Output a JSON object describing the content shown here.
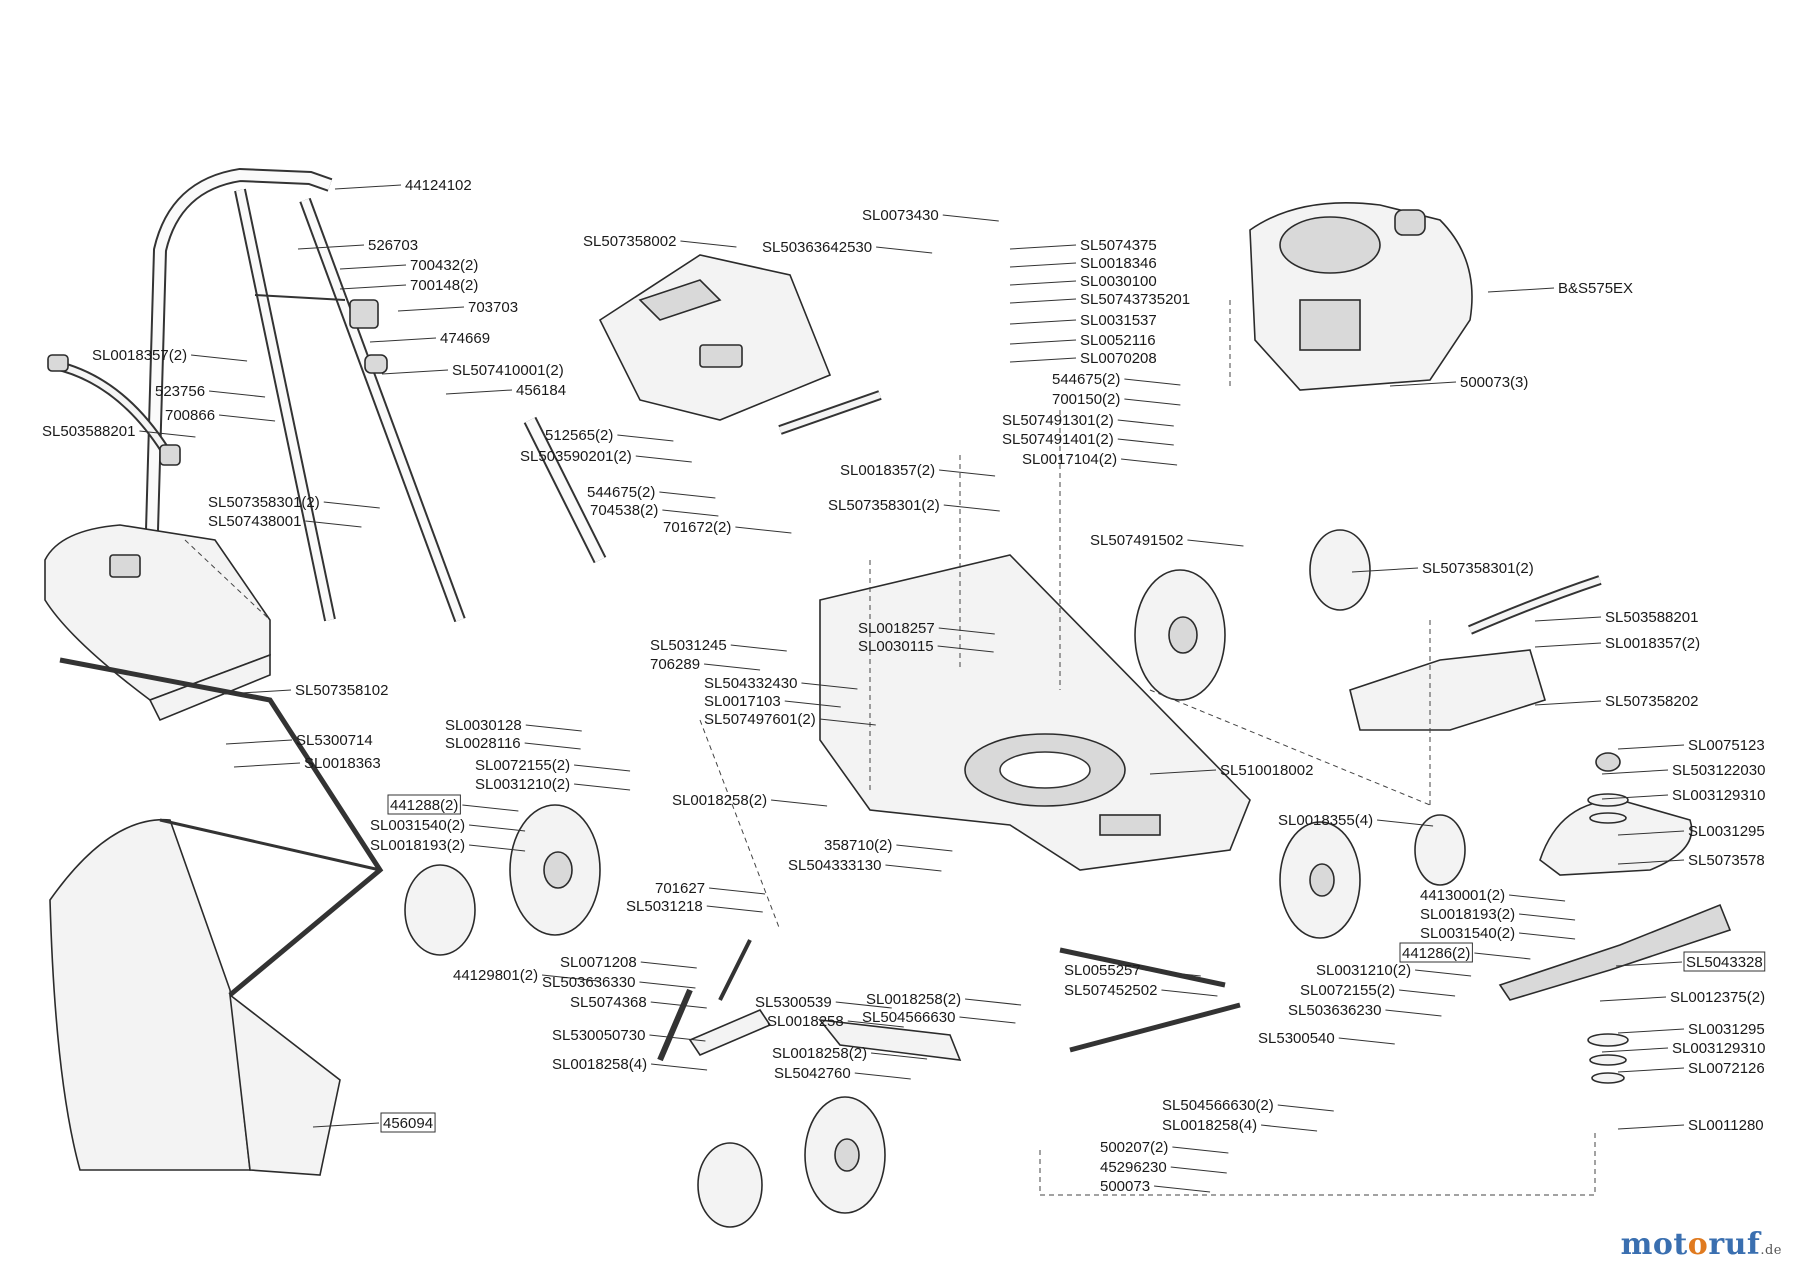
{
  "labels": [
    "44124102",
    "526703",
    "700432(2)",
    "700148(2)",
    "703703",
    "474669",
    "SL507410001(2)",
    "456184",
    "SL0018357(2)",
    "523756",
    "700866",
    "SL503588201",
    "SL507358301(2)",
    "SL507438001",
    "SL507358102",
    "SL5300714",
    "SL0018363",
    "456094",
    "SL507358002",
    "SL0073430",
    "SL50363642530",
    "SL5074375",
    "SL0018346",
    "SL0030100",
    "SL507437352​01",
    "SL0031537",
    "SL0052116",
    "SL0070208",
    "B&S575EX",
    "500073(3)",
    "544675(2)",
    "700150(2)",
    "SL507491301(2)",
    "SL507491401(2)",
    "SL0017104(2)",
    "512565(2)",
    "SL503590201(2)",
    "SL0018357(2)",
    "SL507358301(2)",
    "544675(2)",
    "704538(2)",
    "701672(2)",
    "SL507491502",
    "SL0018257",
    "SL0030115",
    "SL507358301(2)",
    "SL503588201",
    "SL0018357(2)",
    "SL507358202",
    "SL5031245",
    "706289",
    "SL504332430",
    "SL0017103",
    "SL507497601(2)",
    "SL0030128",
    "SL0028116",
    "SL0072155(2)",
    "SL0031210(2)",
    "441288(2)",
    "SL0031540(2)",
    "SL0018193(2)",
    "SL0018258(2)",
    "SL510018002",
    "SL0075123",
    "SL503122030",
    "SL003129310",
    "SL0031295",
    "SL5073578",
    "SL0018355(4)",
    "358710(2)",
    "SL504333130",
    "701627",
    "SL5031218",
    "44130001(2)",
    "SL0018193(2)",
    "SL0031540(2)",
    "441286(2)",
    "SL5043328",
    "SL0071208",
    "SL503636330",
    "SL5074368",
    "SL5300539",
    "SL0018258",
    "SL0055257",
    "SL507452502",
    "SL0018258(2)",
    "SL504566630",
    "SL0031210(2)",
    "SL0072155(2)",
    "SL503636230",
    "SL0012375(2)",
    "SL530050730",
    "SL0018258(4)",
    "SL0018258(2)",
    "SL5042760",
    "SL5300540",
    "SL0031295",
    "SL003129310",
    "SL0072126",
    "44129801(2)",
    "SL504566630(2)",
    "SL0018258(4)",
    "SL0011280",
    "500207(2)",
    "45296230",
    "500073"
  ],
  "brand": {
    "part1": "mot",
    "part2": "o",
    "part3": "ruf",
    "domain": ".de"
  }
}
